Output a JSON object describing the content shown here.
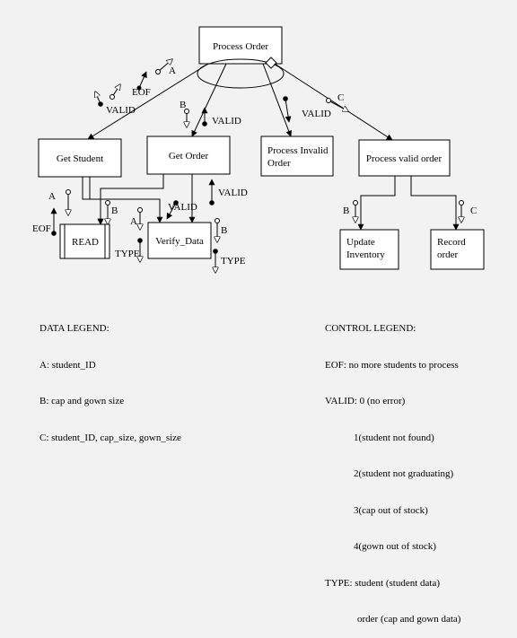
{
  "modules": {
    "process_order": "Process Order",
    "get_student": "Get Student",
    "get_order": "Get Order",
    "process_invalid_order_line1": "Process Invalid",
    "process_invalid_order_line2": "Order",
    "process_valid_order": "Process valid order",
    "read": "READ",
    "verify_data": "Verify_Data",
    "update_inventory_line1": "Update",
    "update_inventory_line2": "Inventory",
    "record_order_line1": "Record",
    "record_order_line2": "order"
  },
  "labels": {
    "a": "A",
    "b": "B",
    "c": "C",
    "eof": "EOF",
    "valid": "VALID",
    "type": "TYPE"
  },
  "data_legend": {
    "title": "DATA LEGEND:",
    "items": [
      "A: student_ID",
      "B: cap and gown size",
      "C: student_ID, cap_size, gown_size"
    ]
  },
  "control_legend": {
    "title": "CONTROL LEGEND:",
    "items": [
      "EOF: no more students to process",
      "VALID: 0 (no error)",
      "1(student not found)",
      "2(student not graduating)",
      "3(cap out of stock)",
      "4(gown out of stock)",
      "TYPE: student (student data)",
      "order (cap and gown data)"
    ]
  }
}
